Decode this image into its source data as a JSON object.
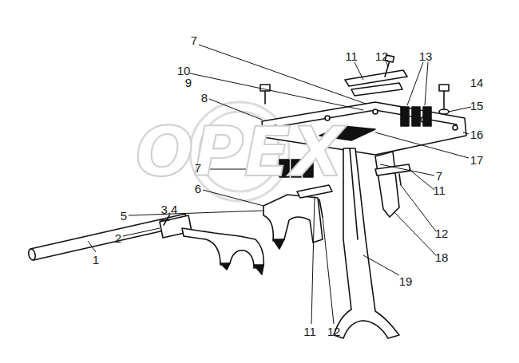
{
  "diagram": {
    "labels": [
      "OPEX",
      "7",
      "11",
      "12",
      "13",
      "10",
      "9",
      "14",
      "8",
      "15",
      "16",
      "17",
      "7",
      "7",
      "6",
      "11",
      "5",
      "3,4",
      "2",
      "12",
      "1",
      "18",
      "19",
      "11",
      "12"
    ]
  }
}
